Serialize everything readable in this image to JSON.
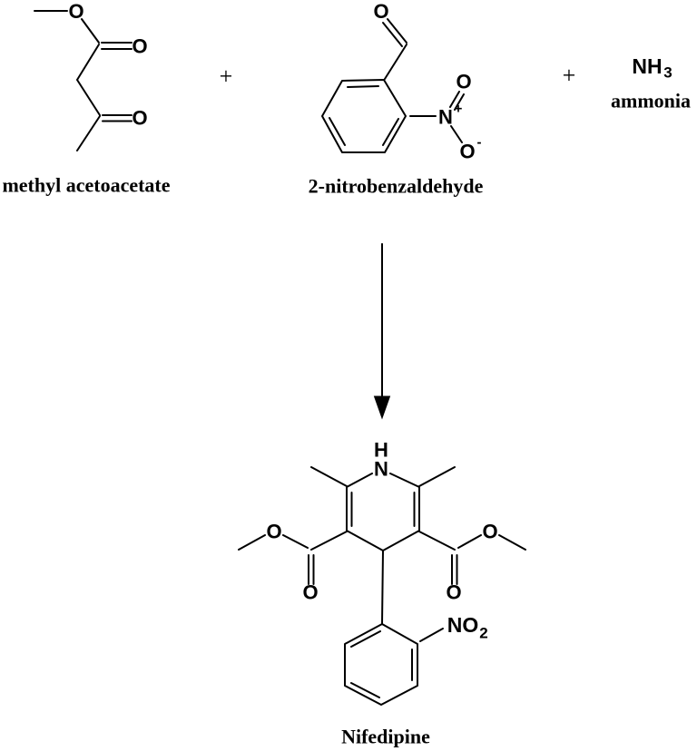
{
  "colors": {
    "ink": "#000000",
    "background": "#ffffff"
  },
  "scheme": {
    "plus_left": "+",
    "plus_right": "+"
  },
  "reactants": {
    "methyl_acetoacetate": {
      "name": "methyl acetoacetate",
      "atom_o_ester": "O",
      "atom_o_keto1": "O",
      "atom_o_keto2": "O"
    },
    "nitrobenzaldehyde": {
      "name": "2-nitrobenzaldehyde",
      "atom_o_aldehyde": "O",
      "atom_n": "N",
      "charge_plus": "+",
      "atom_o_nitro_top": "O",
      "atom_o_nitro_bottom": "O",
      "charge_minus": "-"
    },
    "ammonia": {
      "formula_main": "NH",
      "formula_subscript": "3",
      "name": "ammonia"
    }
  },
  "product": {
    "nifedipine": {
      "name": "Nifedipine",
      "atom_h": "H",
      "atom_n": "N",
      "atom_o_ester_left": "O",
      "atom_o_keto_left": "O",
      "atom_o_ester_right": "O",
      "atom_o_keto_right": "O",
      "nitro_main": "NO",
      "nitro_subscript": "2"
    }
  }
}
